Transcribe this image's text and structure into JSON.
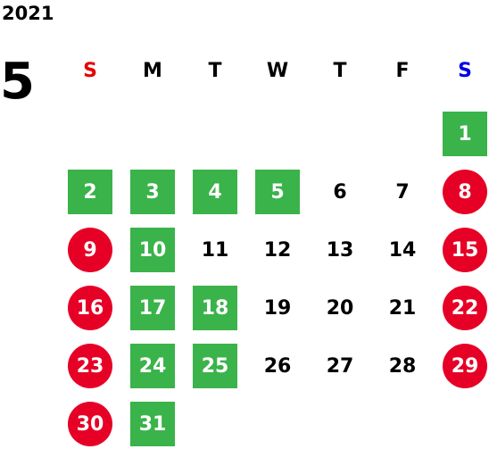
{
  "calendar": {
    "year": "2021",
    "month": "5",
    "weekdays": [
      {
        "label": "S",
        "color": "#e60000"
      },
      {
        "label": "M",
        "color": "#000000"
      },
      {
        "label": "T",
        "color": "#000000"
      },
      {
        "label": "W",
        "color": "#000000"
      },
      {
        "label": "T",
        "color": "#000000"
      },
      {
        "label": "F",
        "color": "#000000"
      },
      {
        "label": "S",
        "color": "#0000e6"
      }
    ],
    "first_weekday_index": 6,
    "colors": {
      "green": "#3ab34a",
      "red": "#e60026"
    },
    "days": [
      {
        "day": "1",
        "style": "green"
      },
      {
        "day": "2",
        "style": "green"
      },
      {
        "day": "3",
        "style": "green"
      },
      {
        "day": "4",
        "style": "green"
      },
      {
        "day": "5",
        "style": "green"
      },
      {
        "day": "6",
        "style": "plain"
      },
      {
        "day": "7",
        "style": "plain"
      },
      {
        "day": "8",
        "style": "red"
      },
      {
        "day": "9",
        "style": "red"
      },
      {
        "day": "10",
        "style": "green"
      },
      {
        "day": "11",
        "style": "plain"
      },
      {
        "day": "12",
        "style": "plain"
      },
      {
        "day": "13",
        "style": "plain"
      },
      {
        "day": "14",
        "style": "plain"
      },
      {
        "day": "15",
        "style": "red"
      },
      {
        "day": "16",
        "style": "red"
      },
      {
        "day": "17",
        "style": "green"
      },
      {
        "day": "18",
        "style": "green"
      },
      {
        "day": "19",
        "style": "plain"
      },
      {
        "day": "20",
        "style": "plain"
      },
      {
        "day": "21",
        "style": "plain"
      },
      {
        "day": "22",
        "style": "red"
      },
      {
        "day": "23",
        "style": "red"
      },
      {
        "day": "24",
        "style": "green"
      },
      {
        "day": "25",
        "style": "green"
      },
      {
        "day": "26",
        "style": "plain"
      },
      {
        "day": "27",
        "style": "plain"
      },
      {
        "day": "28",
        "style": "plain"
      },
      {
        "day": "29",
        "style": "red"
      },
      {
        "day": "30",
        "style": "red"
      },
      {
        "day": "31",
        "style": "green"
      }
    ]
  }
}
